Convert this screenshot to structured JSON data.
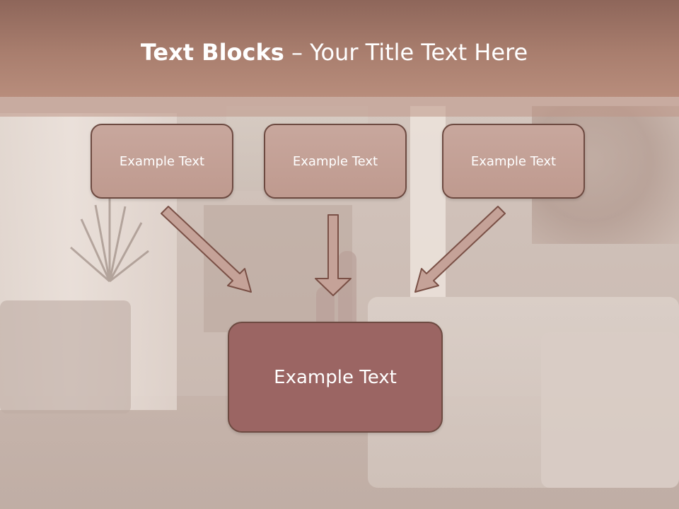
{
  "title": {
    "bold": "Text Blocks",
    "separator": " – ",
    "rest": "Your Title Text Here"
  },
  "boxes": [
    {
      "label": "Example Text"
    },
    {
      "label": "Example Text"
    },
    {
      "label": "Example Text"
    }
  ],
  "center_box": {
    "label": "Example Text"
  },
  "colors": {
    "title_bar": "#a97e6e",
    "box_fill": "#c4a196",
    "box_border": "#6d4a41",
    "center_fill": "#9b6563",
    "arrow_fill": "#c5a298",
    "arrow_stroke": "#7a5046"
  }
}
